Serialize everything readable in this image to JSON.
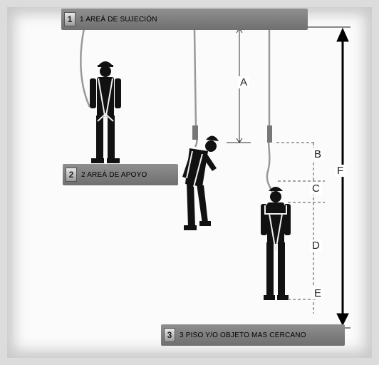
{
  "labels": {
    "anchorage": {
      "num": "1",
      "text": "1 AREÁ DE SUJECIÓN"
    },
    "support": {
      "num": "2",
      "text": "2 AREÁ DE APOYO"
    },
    "floor": {
      "num": "3",
      "text": "3 PISO Y/O OBJETO MAS CERCANO"
    }
  },
  "dimensions": {
    "a": "A",
    "b": "B",
    "c": "C",
    "d": "D",
    "e": "E",
    "f": "F"
  }
}
